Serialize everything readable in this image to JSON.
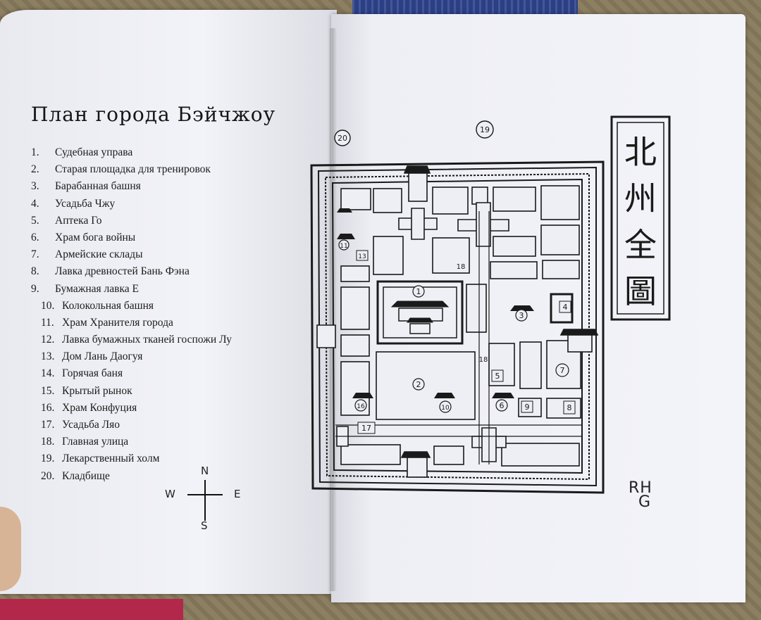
{
  "page_title": "План города Бэйчжоу",
  "legend": [
    {
      "num": "1.",
      "label": "Судебная управа"
    },
    {
      "num": "2.",
      "label": "Старая площадка для тренировок"
    },
    {
      "num": "3.",
      "label": "Барабанная башня"
    },
    {
      "num": "4.",
      "label": "Усадьба Чжу"
    },
    {
      "num": "5.",
      "label": "Аптека Го"
    },
    {
      "num": "6.",
      "label": "Храм бога войны"
    },
    {
      "num": "7.",
      "label": "Армейские склады"
    },
    {
      "num": "8.",
      "label": "Лавка древностей Бань Фэна"
    },
    {
      "num": "9.",
      "label": "Бумажная лавка Е"
    },
    {
      "num": "10.",
      "label": "Колокольная башня"
    },
    {
      "num": "11.",
      "label": "Храм Хранителя города"
    },
    {
      "num": "12.",
      "label": "Лавка бумажных тканей госпожи Лу"
    },
    {
      "num": "13.",
      "label": "Дом Лань Даогуя"
    },
    {
      "num": "14.",
      "label": "Горячая баня"
    },
    {
      "num": "15.",
      "label": "Крытый рынок"
    },
    {
      "num": "16.",
      "label": "Храм Конфуция"
    },
    {
      "num": "17.",
      "label": "Усадьба Ляо"
    },
    {
      "num": "18.",
      "label": "Главная улица"
    },
    {
      "num": "19.",
      "label": "Лекарственный холм"
    },
    {
      "num": "20.",
      "label": "Кладбище"
    }
  ],
  "compass": {
    "n": "N",
    "s": "S",
    "w": "W",
    "e": "E"
  },
  "map_labels": {
    "cemetery": "20",
    "medicine_hill": "19",
    "main_street_north": "18",
    "main_street_south": "18",
    "tribunal": "1",
    "old_ground": "2",
    "drum_tower": "3",
    "zhu_mansion": "4",
    "pharmacy": "5",
    "war_temple": "6",
    "army_stores": "7",
    "antique_shop": "8",
    "paper_shop": "9",
    "bell_tower": "10",
    "guardian_temple": "11",
    "lan_house": "13",
    "confucius_temple": "16",
    "liao_mansion": "17"
  },
  "seal_chars": [
    "北",
    "州",
    "全",
    "圖"
  ],
  "signature": {
    "line1": "RH",
    "line2": "G"
  },
  "colors": {
    "ink": "#1a1a1a",
    "paper": "#eeeff5"
  }
}
